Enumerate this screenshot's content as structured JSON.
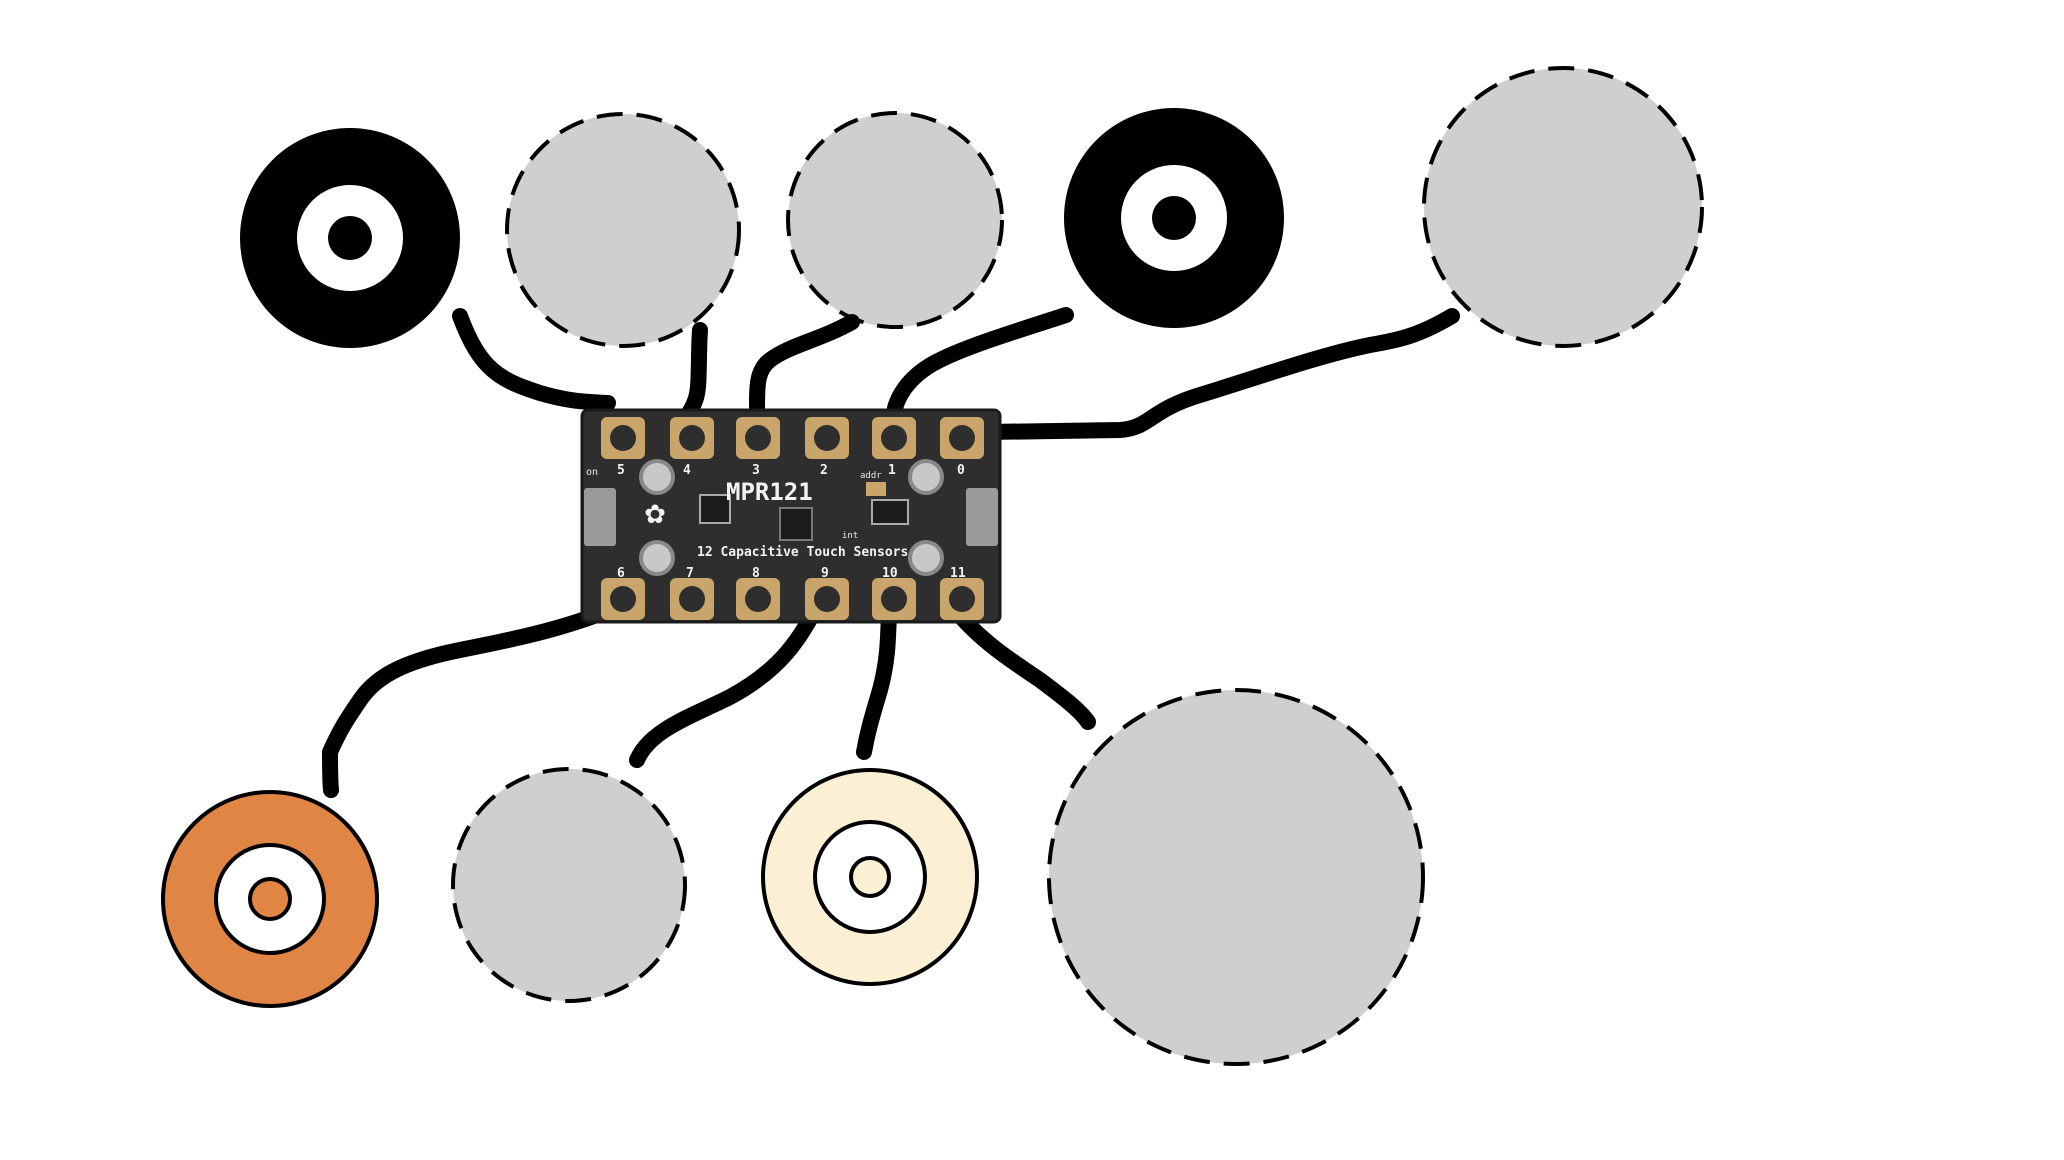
{
  "board": {
    "title": "MPR121",
    "subtitle": "12 Capacitive Touch Sensors",
    "top_pins": [
      "5",
      "4",
      "3",
      "2",
      "1",
      "0"
    ],
    "bottom_pins": [
      "6",
      "7",
      "8",
      "9",
      "10",
      "11"
    ],
    "side_labels": {
      "on": "on",
      "addr": "addr",
      "int": "int"
    }
  },
  "colors": {
    "board": "#2e2e2e",
    "pad": "#c9a46b",
    "wire": "#000000",
    "placeholder_fill": "#d0cfd0",
    "black_pad": "#000000",
    "orange_pad": "#e08544",
    "cream_pad": "#fbf0d3"
  },
  "pads": [
    {
      "id": "pad-black-1",
      "style": "black-target",
      "pin": "5"
    },
    {
      "id": "pad-gray-1",
      "style": "dashed-placeholder",
      "pin": "4"
    },
    {
      "id": "pad-gray-2",
      "style": "dashed-placeholder",
      "pin": "3"
    },
    {
      "id": "pad-black-2",
      "style": "black-target",
      "pin": "1"
    },
    {
      "id": "pad-gray-3",
      "style": "dashed-placeholder",
      "pin": "0"
    },
    {
      "id": "pad-orange",
      "style": "orange-target",
      "pin": "6"
    },
    {
      "id": "pad-gray-4",
      "style": "dashed-placeholder",
      "pin": "9"
    },
    {
      "id": "pad-cream",
      "style": "cream-target",
      "pin": "10"
    },
    {
      "id": "pad-gray-5",
      "style": "dashed-placeholder",
      "pin": "11"
    }
  ]
}
